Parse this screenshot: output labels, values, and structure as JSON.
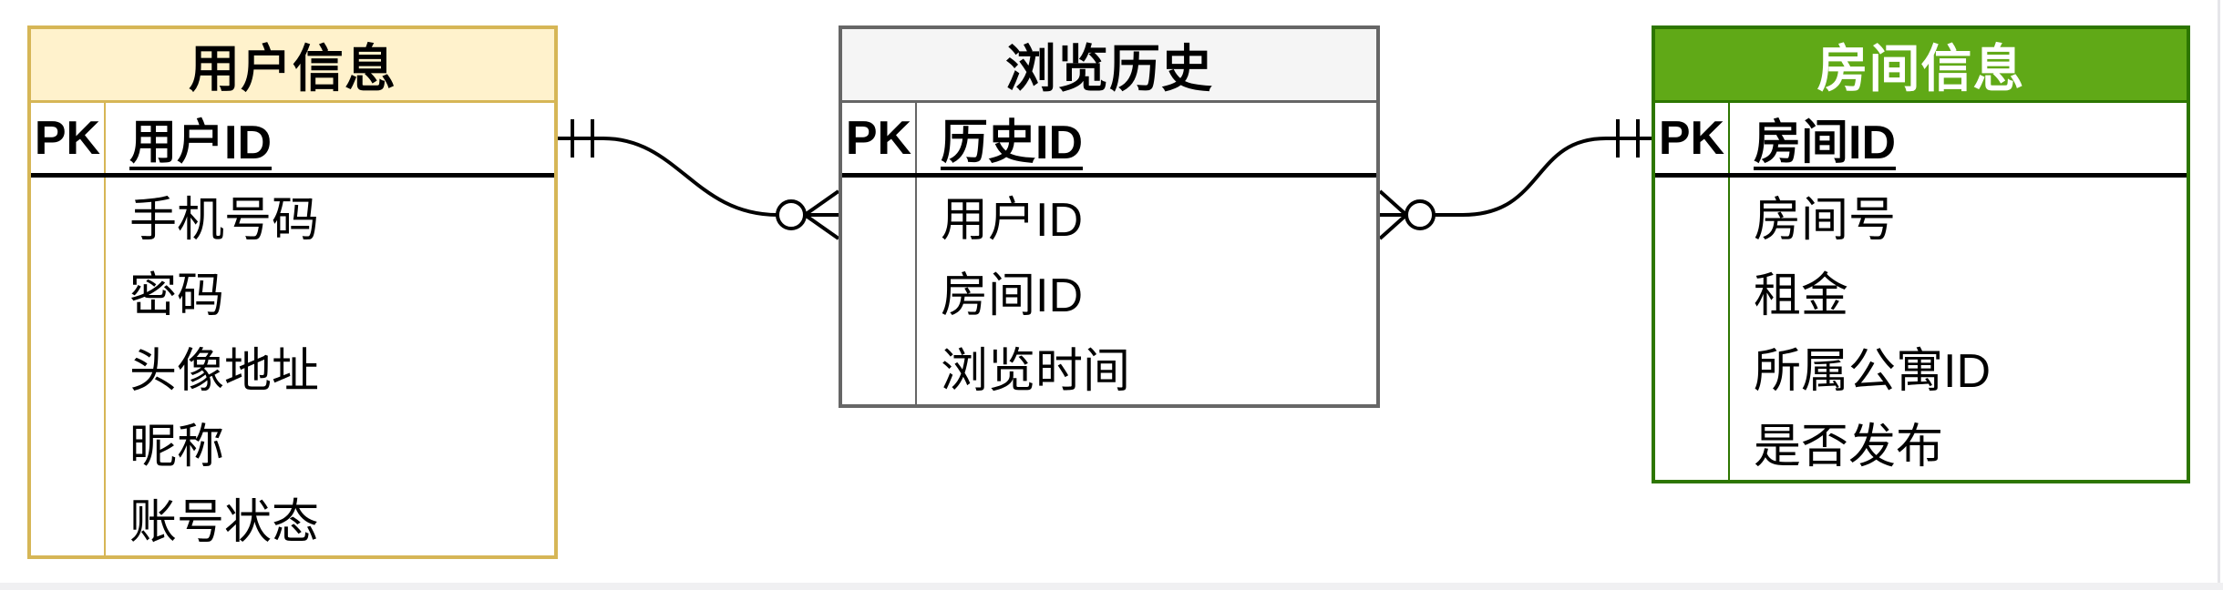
{
  "diagram": {
    "tables": [
      {
        "id": "users",
        "title": "用户信息",
        "pk_label": "PK",
        "pk_field": "用户ID",
        "fields": [
          "手机号码",
          "密码",
          "头像地址",
          "昵称",
          "账号状态"
        ],
        "colors": {
          "header_fill": "#FFF2CC",
          "border": "#D6B656",
          "title_text": "#000000"
        }
      },
      {
        "id": "history",
        "title": "浏览历史",
        "pk_label": "PK",
        "pk_field": "历史ID",
        "fields": [
          "用户ID",
          "房间ID",
          "浏览时间"
        ],
        "colors": {
          "header_fill": "#F5F5F5",
          "border": "#666666",
          "title_text": "#000000"
        }
      },
      {
        "id": "rooms",
        "title": "房间信息",
        "pk_label": "PK",
        "pk_field": "房间ID",
        "fields": [
          "房间号",
          "租金",
          "所属公寓ID",
          "是否发布"
        ],
        "colors": {
          "header_fill": "#60A917",
          "border": "#2D7600",
          "title_text": "#FFFFFF"
        }
      }
    ],
    "relationships": [
      {
        "from": "用户信息",
        "to": "浏览历史",
        "from_cardinality": "one-and-only-one",
        "to_cardinality": "zero-or-many"
      },
      {
        "from": "浏览历史",
        "to": "房间信息",
        "from_cardinality": "zero-or-many",
        "to_cardinality": "one-and-only-one"
      }
    ],
    "line_color": "#000000"
  }
}
